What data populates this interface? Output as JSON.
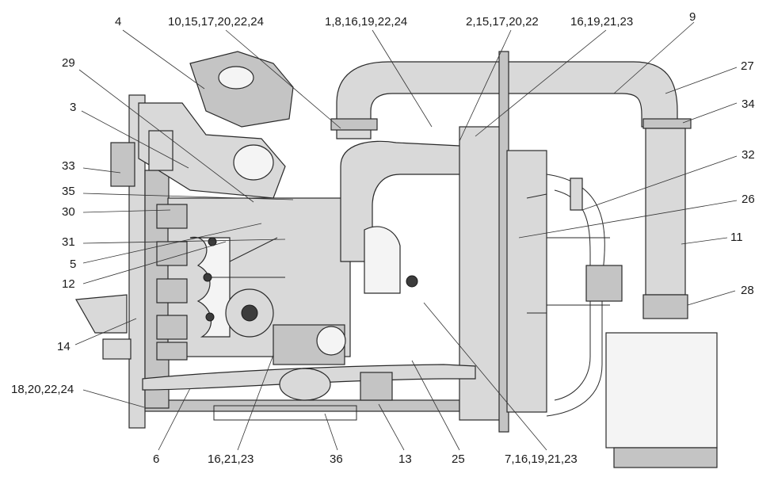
{
  "callouts": {
    "c1": "4",
    "c2": "10,15,17,20,22,24",
    "c3": "1,8,16,19,22,24",
    "c4": "2,15,17,20,22",
    "c5": "16,19,21,23",
    "c6": "9",
    "c7": "29",
    "c8": "27",
    "c9": "3",
    "c10": "34",
    "c11": "33",
    "c12": "32",
    "c13": "35",
    "c14": "30",
    "c15": "26",
    "c16": "31",
    "c17": "11",
    "c18": "5",
    "c19": "12",
    "c20": "28",
    "c21": "14",
    "c22": "18,20,22,24",
    "c23": "6",
    "c24": "16,21,23",
    "c25": "36",
    "c26": "13",
    "c27": "25",
    "c28": "7,16,19,21,23"
  }
}
